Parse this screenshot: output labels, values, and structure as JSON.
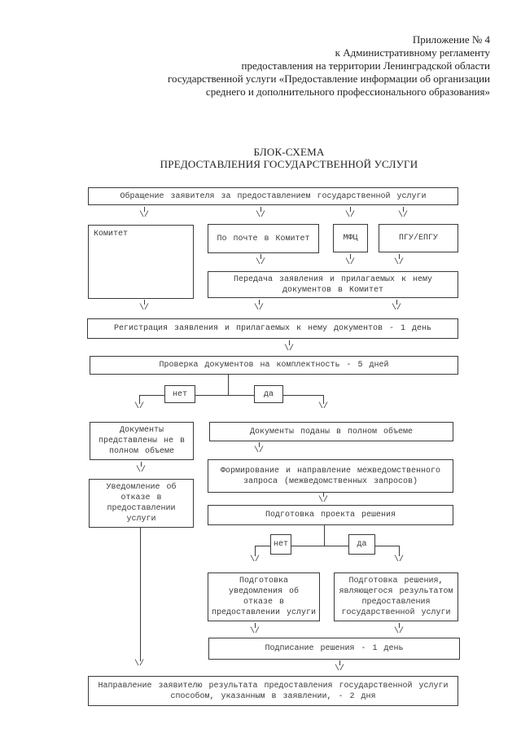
{
  "page": {
    "header_lines": [
      "Приложение № 4",
      "к Административному регламенту",
      "предоставления на территории Ленинградской области",
      "государственной услуги «Предоставление информации об организации",
      "среднего и дополнительного профессионального образования»"
    ],
    "title_lines": [
      "БЛОК-СХЕМА",
      "ПРЕДОСТАВЛЕНИЯ ГОСУДАРСТВЕННОЙ УСЛУГИ"
    ]
  },
  "labels": {
    "yes": "да",
    "no": "нет"
  },
  "icons": {
    "arrow_down": "\\/"
  },
  "colors": {
    "ink": "#3a3a3a",
    "paper": "#ffffff"
  },
  "nodes": {
    "obrashchenie": "Обращение заявителя за предоставлением государственной услуги",
    "komitet": "Комитет",
    "po_pochte": "По почте в Комитет",
    "mfc": "МФЦ",
    "pgu": "ПГУ/ЕПГУ",
    "peredacha": "Передача заявления и прилагаемых к нему документов в Комитет",
    "registracia": "Регистрация заявления и прилагаемых к нему документов - 1 день",
    "proverka": "Проверка документов на комплектность - 5 дней",
    "dok_ne_polnom": "Документы представлены не в полном объеме",
    "dok_polnom": "Документы поданы в полном объеме",
    "formirovanie": "Формирование и направление межведомственного запроса (межведомственных запросов)",
    "uvedomlenie": "Уведомление об отказе в предоставлении услуги",
    "podgotovka_proekta": "Подготовка проекта решения",
    "podgotovka_uved": "Подготовка уведомления об отказе в предоставлении услуги",
    "podgotovka_resh": "Подготовка решения, являющегося результатом предоставления государственной услуги",
    "podpisanie": "Подписание решения - 1 день",
    "napravlenie": "Направление заявителю результата предоставления государственной услуги способом, указанным в заявлении, - 2 дня"
  }
}
